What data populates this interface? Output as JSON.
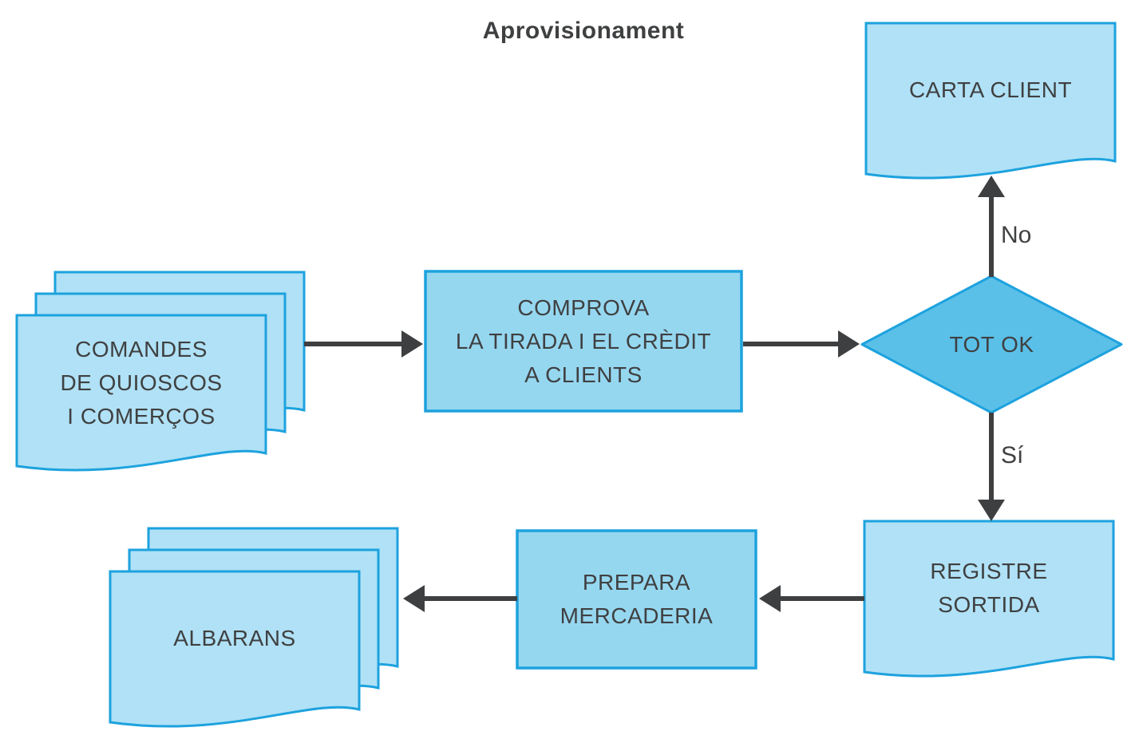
{
  "title": "Aprovisionament",
  "colors": {
    "document_fill": "#b0e1f6",
    "process_fill": "#96d7f0",
    "decision_fill": "#5bc0e8",
    "shape_border": "#1da2de",
    "arrow_color": "#3d3f41",
    "text_color": "#3f4041"
  },
  "nodes": {
    "comandes": {
      "type": "document-stack",
      "label": "COMANDES\nDE QUIOSCOS\nI COMERÇOS"
    },
    "comprova": {
      "type": "process",
      "label": "COMPROVA\nLA TIRADA I EL CRÈDIT\nA CLIENTS"
    },
    "tot_ok": {
      "type": "decision",
      "label": "TOT OK"
    },
    "carta_client": {
      "type": "document",
      "label": "CARTA CLIENT"
    },
    "registre_sortida": {
      "type": "document",
      "label": "REGISTRE\nSORTIDA"
    },
    "prepara_mercaderia": {
      "type": "process",
      "label": "PREPARA\nMERCADERIA"
    },
    "albarans": {
      "type": "document-stack",
      "label": "ALBARANS"
    }
  },
  "edges": [
    {
      "from": "comandes",
      "to": "comprova",
      "label": ""
    },
    {
      "from": "comprova",
      "to": "tot_ok",
      "label": ""
    },
    {
      "from": "tot_ok",
      "to": "carta_client",
      "label": "No"
    },
    {
      "from": "tot_ok",
      "to": "registre_sortida",
      "label": "Sí"
    },
    {
      "from": "registre_sortida",
      "to": "prepara_mercaderia",
      "label": ""
    },
    {
      "from": "prepara_mercaderia",
      "to": "albarans",
      "label": ""
    }
  ]
}
